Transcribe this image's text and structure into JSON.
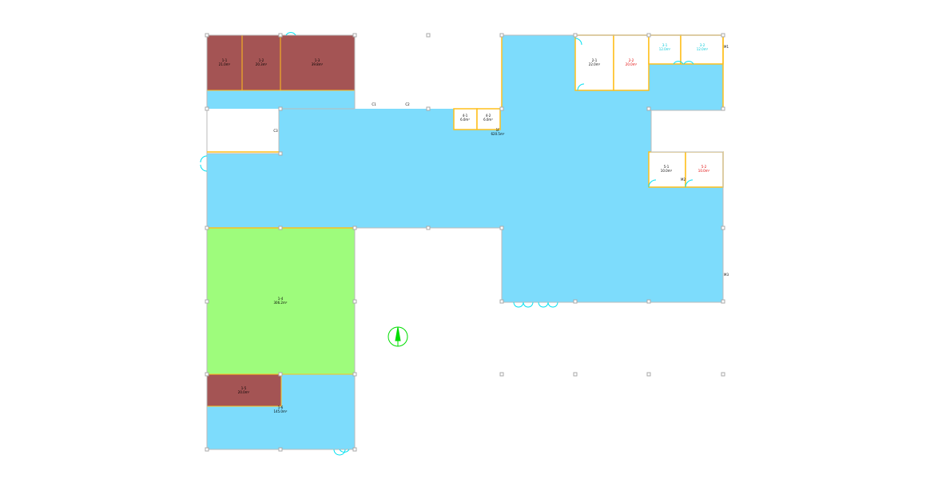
{
  "plan": {
    "colors": {
      "corridor": "#7ddcfc",
      "storage": "#a45454",
      "hall": "#9efc7c",
      "wall": "#ffbf1c",
      "outline": "#bbbbbb",
      "door": "#00e0f0",
      "compass": "#00dd00"
    },
    "rooms": [
      {
        "name": "1-1",
        "area": "21.0m²"
      },
      {
        "name": "1-2",
        "area": "20.3m²"
      },
      {
        "name": "1-3",
        "area": "39.8m²"
      },
      {
        "name": "2-1",
        "area": "22.0m²"
      },
      {
        "name": "2-2",
        "area": "20.0m²"
      },
      {
        "name": "3-1",
        "area": "12.0m²"
      },
      {
        "name": "3-2",
        "area": "12.0m²"
      },
      {
        "name": "4-1",
        "area": "6.0m²"
      },
      {
        "name": "4-2",
        "area": "6.0m²"
      },
      {
        "name": "1F",
        "area": "620.5m²"
      },
      {
        "name": "5-1",
        "area": "10.0m²"
      },
      {
        "name": "5-2",
        "area": "10.0m²"
      },
      {
        "name": "1-4",
        "area": "306.2m²"
      },
      {
        "name": "1-5",
        "area": "20.0m²"
      },
      {
        "name": "1-6",
        "area": "145.0m²"
      }
    ],
    "door_tags": [
      "C1",
      "C2",
      "C3",
      "M1",
      "M2",
      "M3"
    ]
  }
}
